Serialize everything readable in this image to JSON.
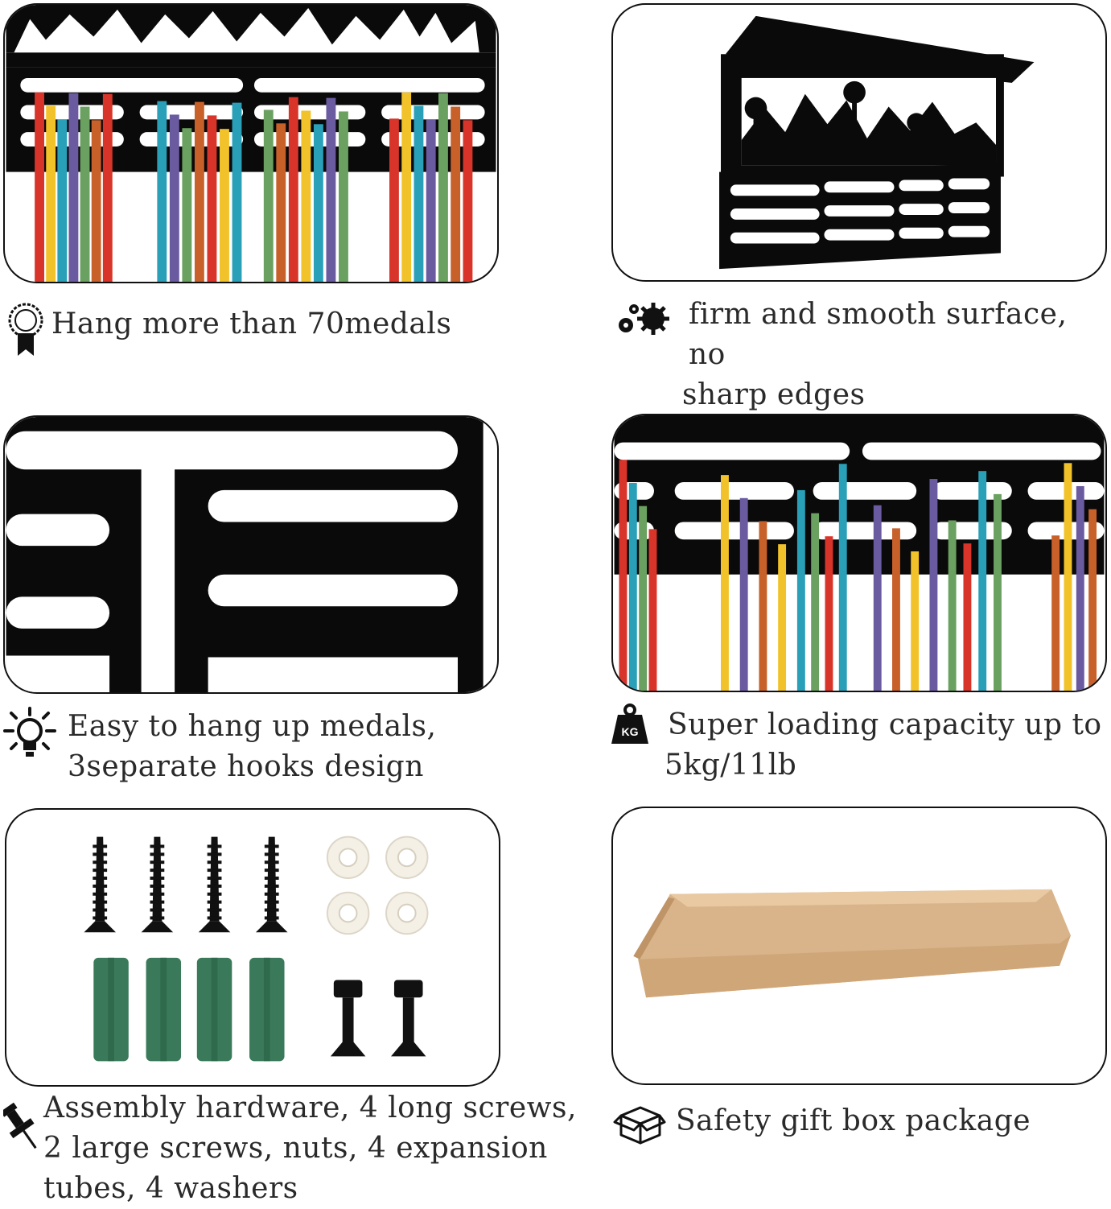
{
  "features": [
    {
      "id": "hang",
      "icon": "medal-ribbon-icon",
      "lines": [
        "Hang more than 70medals"
      ]
    },
    {
      "id": "surface",
      "icon": "gears-icon",
      "lines": [
        "firm and smooth surface, no",
        "sharp edges"
      ]
    },
    {
      "id": "hooks",
      "icon": "lightbulb-icon",
      "lines": [
        "Easy to hang up medals,",
        "3separate hooks design"
      ]
    },
    {
      "id": "capacity",
      "icon": "weight-kg-icon",
      "icon_text": "KG",
      "lines": [
        "Super loading capacity  up to",
        "5kg/11lb"
      ]
    },
    {
      "id": "hardware",
      "icon": "pushpin-icon",
      "lines": [
        "Assembly  hardware, 4  long  screws,",
        "2  large  screws, nuts, 4  expansion",
        "tubes,  4  washers"
      ]
    },
    {
      "id": "package",
      "icon": "gift-box-icon",
      "lines": [
        "Safety gift box package"
      ]
    }
  ],
  "colors": {
    "metal": "#0a0a0a",
    "ribbon_red": "#d8342a",
    "ribbon_yellow": "#f2c22a",
    "ribbon_teal": "#2aa0b8",
    "ribbon_purple": "#6a5aa0",
    "ribbon_green": "#6aa060",
    "ribbon_orange": "#c8602a",
    "anchor_green": "#3a7a5a",
    "box_kraft": "#d9b48a"
  }
}
